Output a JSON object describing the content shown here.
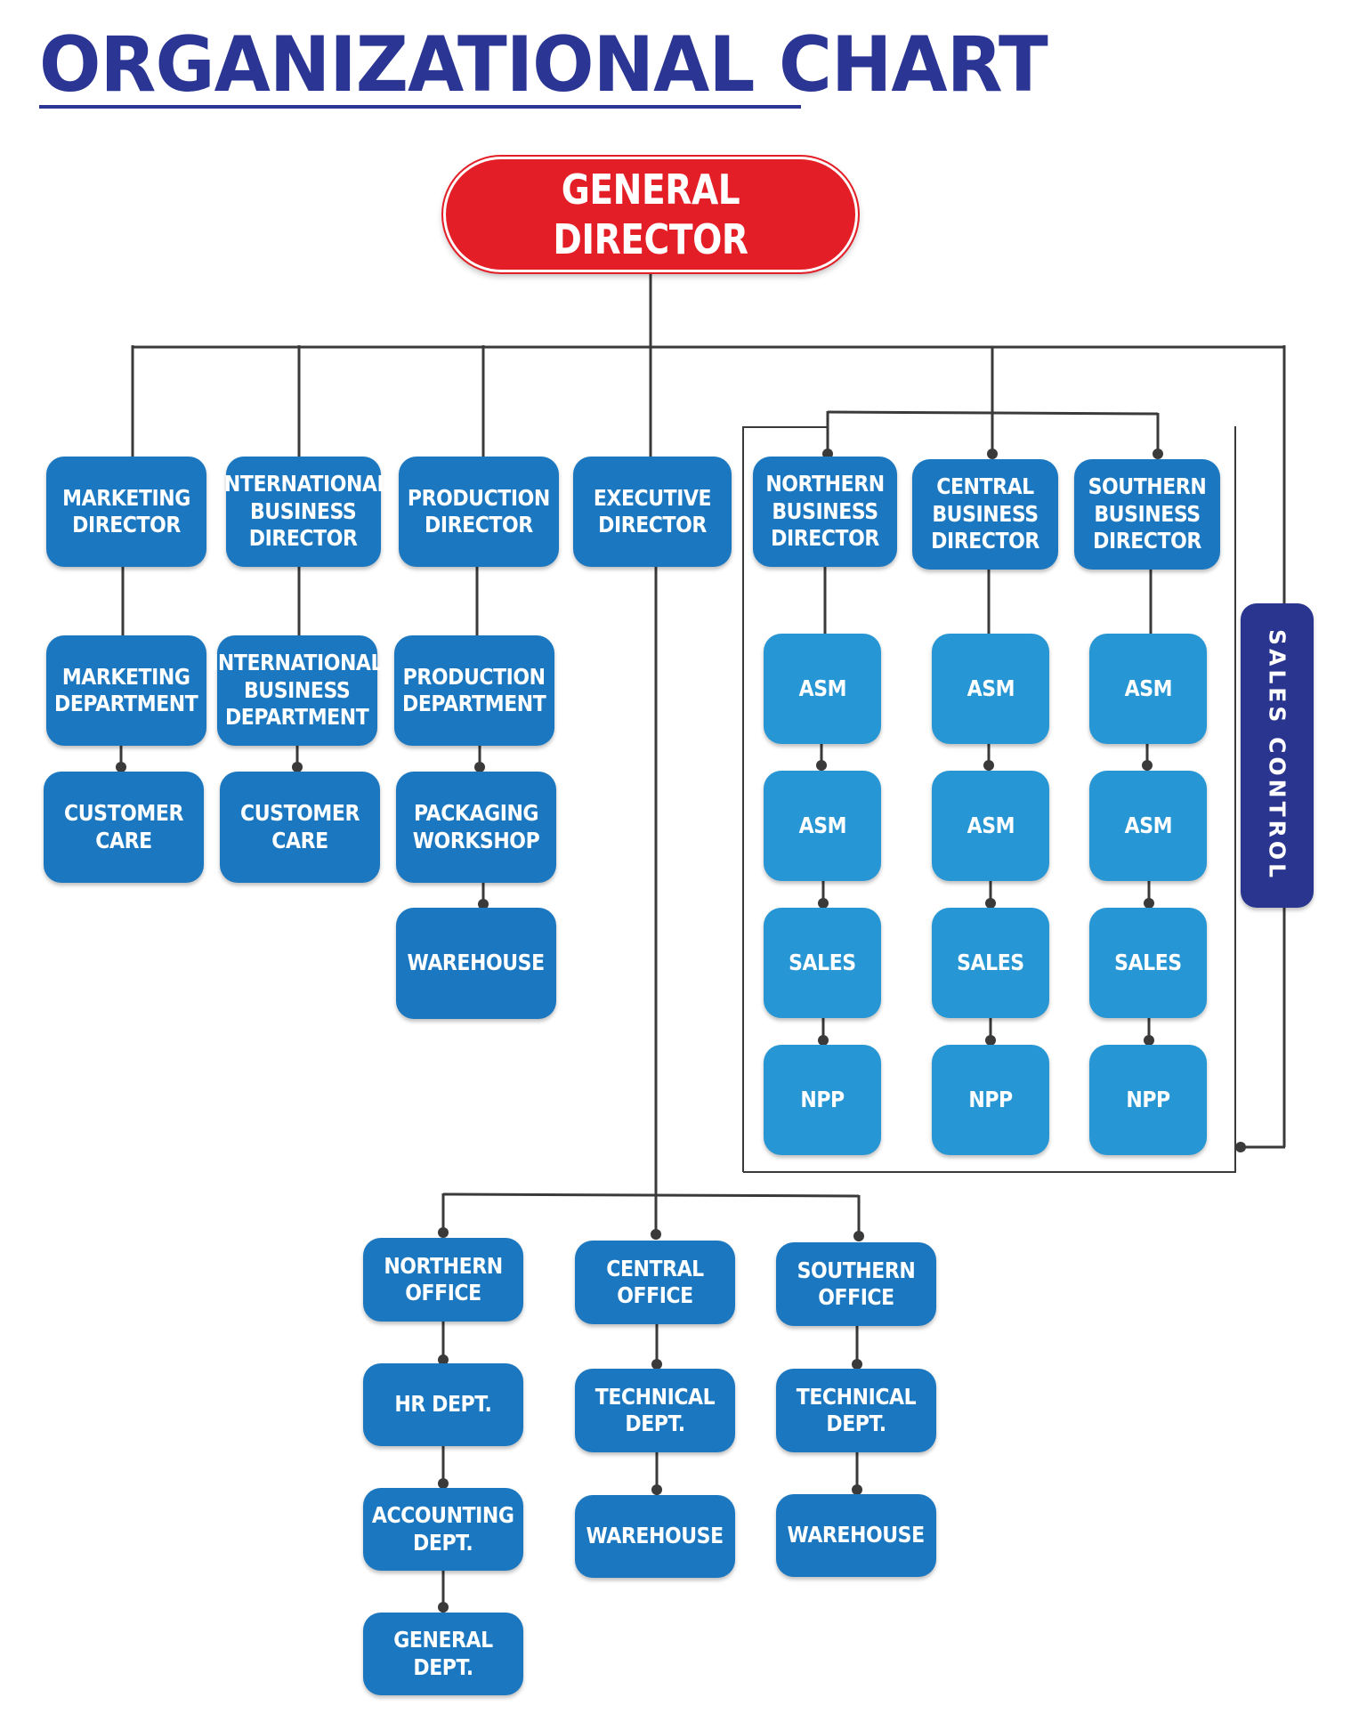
{
  "title": "ORGANIZATIONAL CHART",
  "nodes": {
    "general_director": "GENERAL DIRECTOR",
    "marketing_director": "MARKETING DIRECTOR",
    "international_business_director": "INTERNATIONAL BUSINESS DIRECTOR",
    "production_director": "PRODUCTION DIRECTOR",
    "executive_director": "EXECUTIVE DIRECTOR",
    "northern_business_director": "NORTHERN BUSINESS DIRECTOR",
    "central_business_director": "CENTRAL BUSINESS DIRECTOR",
    "southern_business_director": "SOUTHERN BUSINESS DIRECTOR",
    "marketing_department": "MARKETING DEPARTMENT",
    "international_business_department": "INTERNATIONAL BUSINESS DEPARTMENT",
    "production_department": "PRODUCTION DEPARTMENT",
    "customer_care_1": "CUSTOMER CARE",
    "customer_care_2": "CUSTOMER CARE",
    "packaging_workshop": "PACKAGING WORKSHOP",
    "warehouse_production": "WAREHOUSE",
    "north_asm_1": "ASM",
    "north_asm_2": "ASM",
    "north_sales": "SALES",
    "north_npp": "NPP",
    "central_asm_1": "ASM",
    "central_asm_2": "ASM",
    "central_sales": "SALES",
    "central_npp": "NPP",
    "south_asm_1": "ASM",
    "south_asm_2": "ASM",
    "south_sales": "SALES",
    "south_npp": "NPP",
    "sales_control": "SALES CONTROL",
    "northern_office": "NORTHERN OFFICE",
    "central_office": "CENTRAL OFFICE",
    "southern_office": "SOUTHERN OFFICE",
    "hr_dept": "HR DEPT.",
    "accounting_dept": "ACCOUNTING DEPT.",
    "general_dept": "GENERAL DEPT.",
    "technical_dept_central": "TECHNICAL DEPT.",
    "technical_dept_southern": "TECHNICAL DEPT.",
    "warehouse_central": "WAREHOUSE",
    "warehouse_southern": "WAREHOUSE"
  },
  "colors": {
    "title": "#2b3694",
    "general_director": "#e41e26",
    "department_box": "#1b77c0",
    "sales_box": "#2796d4",
    "sales_control": "#2a3590",
    "connector": "#3a3a3a"
  }
}
